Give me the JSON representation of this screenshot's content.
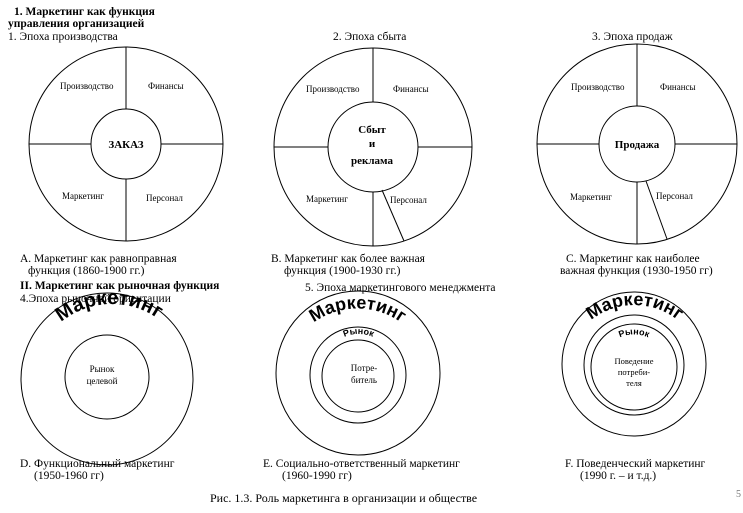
{
  "section1": {
    "title_line1": "1.  Маркетинг как функция",
    "title_line2": "управления организацией"
  },
  "section2": {
    "title": "II. Маркетинг как рыночная  функция"
  },
  "eras": {
    "e1": "1. Эпоха производства",
    "e2": "2. Эпоха сбыта",
    "e3": "3. Эпоха продаж",
    "e4": "4.Эпоха рыночной ориентации",
    "e5": "5. Эпоха маркетингового менеджмента"
  },
  "diagram_a": {
    "q_tl": "Производство",
    "q_tr": "Финансы",
    "q_bl": "Маркетинг",
    "q_br": "Персонал",
    "center": "ЗАКАЗ",
    "caption_line1": "A. Маркетинг как равноправная",
    "caption_line2": "функция (1860-1900 гг.)"
  },
  "diagram_b": {
    "q_tl": "Производство",
    "q_tr": "Финансы",
    "q_bl": "Маркетинг",
    "q_br": "Персонал",
    "center_line1": "Сбыт",
    "center_line2": "и",
    "center_line3": "реклама",
    "caption_line1": "B. Маркетинг как более важная",
    "caption_line2": "функция (1900-1930 гг.)"
  },
  "diagram_c": {
    "q_tl": "Производство",
    "q_tr": "Финансы",
    "q_bl": "Маркетинг",
    "q_br": "Персонал",
    "center": "Продажа",
    "caption_line1": "C. Маркетинг как наиболее",
    "caption_line2": "важная функция (1930-1950 гг)"
  },
  "diagram_d": {
    "arc": "Маркетинг",
    "center_line1": "Рынок",
    "center_line2": "целевой",
    "caption_line1": "D. Функциональный маркетинг",
    "caption_line2": "(1950-1960 гг)"
  },
  "diagram_e": {
    "arc": "Маркетинг",
    "arc_inner": "Рынок",
    "center_line1": "Потре-",
    "center_line2": "битель",
    "caption_line1": "E. Социально-ответственный маркетинг",
    "caption_line2": "(1960-1990 гг)"
  },
  "diagram_f": {
    "arc": "Маркетинг",
    "arc_inner": "Рынок",
    "center_line1": "Поведение",
    "center_line2": "потреби-",
    "center_line3": "теля",
    "caption_line1": "F. Поведенческий маркетинг",
    "caption_line2": "(1990 г. – и т.д.)"
  },
  "figure_caption": "Рис. 1.3.  Роль маркетинга в организации и обществе",
  "page_number": "5"
}
